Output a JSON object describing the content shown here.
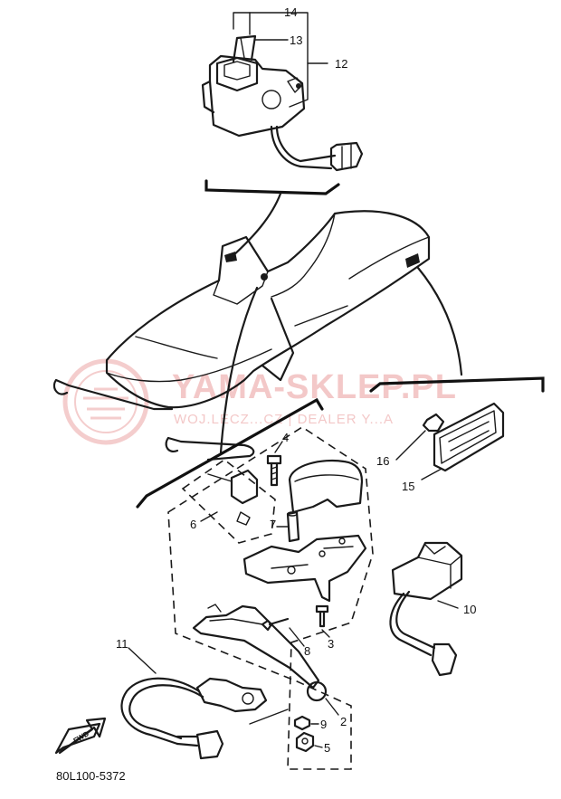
{
  "diagram_code": "80L100-5372",
  "watermark": {
    "main": "YAMA-SKLEP.PL",
    "sub": "WOJ.LECZ...CZ | DEALER Y...A"
  },
  "direction_arrow": "FWD",
  "part_labels": [
    "14",
    "13",
    "12",
    "4",
    "16",
    "15",
    "6",
    "7",
    "10",
    "11",
    "8",
    "3",
    "2",
    "9",
    "5"
  ],
  "icons": [
    "snowmobile-outline",
    "watermark-logo",
    "fwd-arrow-icon"
  ]
}
